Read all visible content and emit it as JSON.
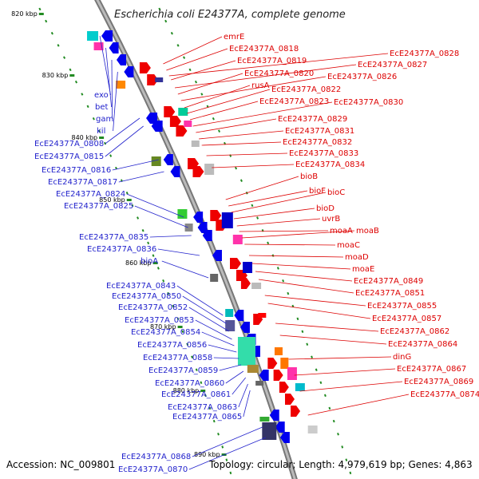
{
  "title": "Escherichia coli E24377A, complete genome",
  "footer": {
    "accession": "Accession: NC_009801",
    "topology": "Topology: circular; Length: 4,979,619 bp; Genes: 4,863"
  },
  "colors": {
    "forward": "#0000ee",
    "reverse": "#ee0000",
    "backbone": "#999999",
    "tick": "#228b22"
  },
  "ticks": [
    "820 kbp",
    "830 kbp",
    "840 kbp",
    "850 kbp",
    "860 kbp",
    "870 kbp",
    "880 kbp",
    "890 kbp"
  ],
  "left_labels": [
    "exo",
    "bet",
    "gam",
    "kil",
    "EcE24377A_0808",
    "EcE24377A_0815",
    "EcE24377A_0816",
    "EcE24377A_0817",
    "EcE24377A_0824",
    "EcE24377A_0825",
    "EcE24377A_0835",
    "EcE24377A_0836",
    "bioA",
    "EcE24377A_0843",
    "EcE24377A_0850",
    "EcE24377A_0852",
    "EcE24377A_0853",
    "EcE24377A_0854",
    "EcE24377A_0856",
    "EcE24377A_0858",
    "EcE24377A_0859",
    "EcE24377A_0860",
    "EcE24377A_0861",
    "EcE24377A_0863",
    "EcE24377A_0865",
    "EcE24377A_0868",
    "EcE24377A_0870"
  ],
  "right_labels": [
    "emrE",
    "EcE24377A_0818",
    "EcE24377A_0828",
    "EcE24377A_0819",
    "EcE24377A_0827",
    "EcE24377A_0820",
    "EcE24377A_0826",
    "rusA",
    "EcE24377A_0822",
    "EcE24377A_0823",
    "EcE24377A_0830",
    "EcE24377A_0829",
    "EcE24377A_0831",
    "EcE24377A_0832",
    "EcE24377A_0833",
    "EcE24377A_0834",
    "bioB",
    "bioF",
    "bioC",
    "bioD",
    "uvrB",
    "moaA",
    "moaB",
    "moaC",
    "moaD",
    "moaE",
    "EcE24377A_0849",
    "EcE24377A_0851",
    "EcE24377A_0855",
    "EcE24377A_0857",
    "EcE24377A_0862",
    "EcE24377A_0864",
    "dinG",
    "EcE24377A_0867",
    "EcE24377A_0869",
    "EcE24377A_0874"
  ]
}
